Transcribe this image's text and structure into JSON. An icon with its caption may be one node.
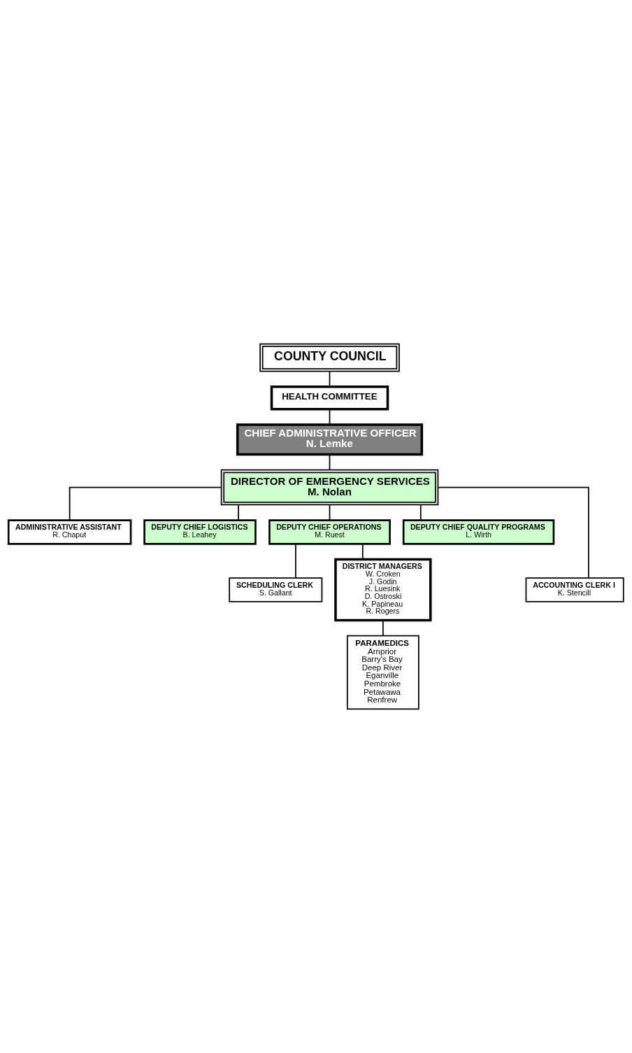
{
  "diagram": {
    "nodes": [
      {
        "text": [
          "COUNTY COUNCIL"
        ]
      },
      {
        "text": [
          "HEALTH COMMITTEE"
        ]
      },
      {
        "text": [
          "CHIEF ADMINISTRATIVE OFFICER",
          "N. Lemke"
        ]
      },
      {
        "text": [
          "DIRECTOR OF EMERGENCY SERVICES",
          "M. Nolan"
        ]
      },
      {
        "text": [
          "ADMINISTRATIVE ASSISTANT",
          "R. Chaput"
        ]
      },
      {
        "text": [
          "DEPUTY CHIEF LOGISTICS",
          "B. Leahey"
        ]
      },
      {
        "text": [
          "DEPUTY CHIEF OPERATIONS",
          "M. Ruest"
        ]
      },
      {
        "text": [
          "DEPUTY CHIEF QUALITY PROGRAMS",
          "L. Wirth"
        ]
      },
      {
        "text": [
          "SCHEDULING CLERK",
          "S. Gallant"
        ]
      },
      {
        "text": [
          "ACCOUNTING CLERK I",
          "K. Stencill"
        ]
      },
      {
        "text": [
          "DISTRICT MANAGERS",
          "W. Croken",
          "J. Godin",
          "R. Luesink",
          "D. Ostroski",
          "K. Papineau",
          "R. Rogers"
        ]
      },
      {
        "text": [
          "PARAMEDICS",
          "Arnprior",
          "Barry's Bay",
          "Deep River",
          "Eganville",
          "Pembroke",
          "Petawawa",
          "Renfrew"
        ]
      }
    ],
    "edges": [
      {
        "from": 0,
        "to": 1,
        "arrow": "none"
      },
      {
        "from": 1,
        "to": 2,
        "arrow": "none"
      },
      {
        "from": 2,
        "to": 3,
        "arrow": "none"
      },
      {
        "from": 3,
        "to": 4,
        "arrow": "none"
      },
      {
        "from": 3,
        "to": 5,
        "arrow": "none"
      },
      {
        "from": 3,
        "to": 6,
        "arrow": "none"
      },
      {
        "from": 3,
        "to": 7,
        "arrow": "none"
      },
      {
        "from": 3,
        "to": 9,
        "arrow": "none"
      },
      {
        "from": 6,
        "to": 8,
        "arrow": "none"
      },
      {
        "from": 6,
        "to": 10,
        "arrow": "none"
      },
      {
        "from": 10,
        "to": 11,
        "arrow": "none"
      }
    ]
  }
}
